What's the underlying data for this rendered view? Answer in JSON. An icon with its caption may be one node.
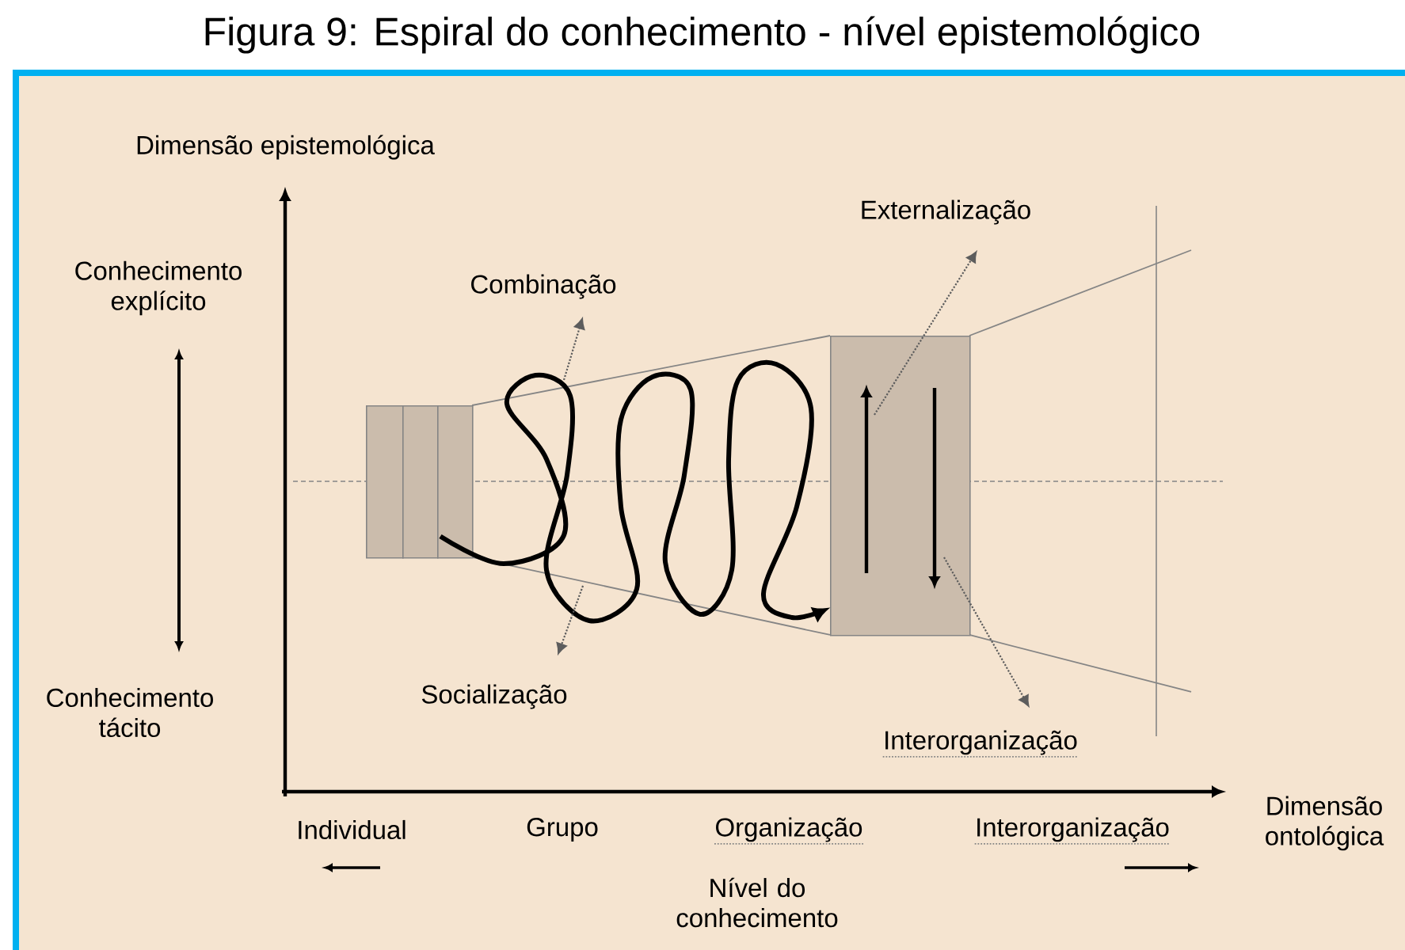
{
  "diagram": {
    "title": "Figura 9: Espiral do conhecimento - nível epistemológico",
    "nodes": [
      {
        "text": [
          "Externalização"
        ]
      },
      {
        "text": [
          "Combinação"
        ]
      },
      {
        "text": [],
        "shape": "box"
      },
      {
        "text": [],
        "shape": "box"
      },
      {
        "text": [],
        "shape": "box"
      },
      {
        "text": [],
        "shape": "box"
      },
      {
        "text": [
          "Socialização"
        ]
      },
      {
        "text": [
          "Interorganização"
        ]
      }
    ],
    "edges": [
      {
        "from": 4,
        "to": 5,
        "arrow": "to",
        "style": "thick",
        "color": "#000000"
      },
      {
        "from": 5,
        "to": 0,
        "arrow": "to",
        "style": "dashed"
      },
      {
        "from": null,
        "to": 1,
        "arrow": "to",
        "style": "dashed"
      },
      {
        "from": null,
        "to": 6,
        "arrow": "to",
        "style": "dashed"
      },
      {
        "from": 5,
        "to": 7,
        "arrow": "to",
        "style": "dashed"
      }
    ],
    "labels": [
      "Dimensão epistemológica",
      "Conhecimento explícito",
      "Conhecimento tácito",
      "Individual",
      "Grupo",
      "Organização",
      "Interorganização",
      "Dimensão ontológica",
      "Nível do conhecimento"
    ]
  }
}
